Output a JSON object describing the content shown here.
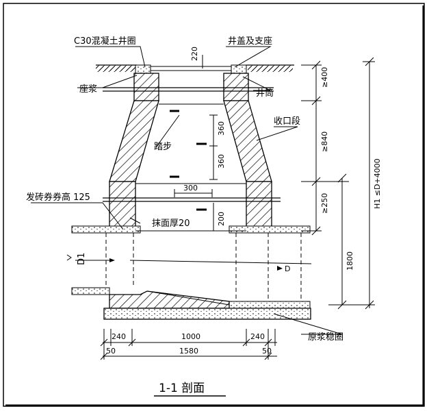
{
  "labels": {
    "ring": "C30混凝土井圈",
    "cover": "井盖及支座",
    "mortar": "座浆",
    "shaft": "井筒",
    "taper": "收口段",
    "step": "踏步",
    "arch": "发砖券券高 125",
    "plaster": "抹面厚20",
    "foundation": "原浆稳圈",
    "pipe_in": "D1",
    "pipe_out": "D",
    "title": "1-1 剖面"
  },
  "dims": {
    "d220": "220",
    "d400": "≥400",
    "d840": "≥840",
    "d250": "≥250",
    "d360a": "360",
    "d360b": "360",
    "d300": "300",
    "d200": "200",
    "d1800": "1800",
    "h1": "H1 ≤D+4000",
    "b240a": "240",
    "b1000": "1000",
    "b240b": "240",
    "b50a": "50",
    "b1580": "1580",
    "b50b": "50"
  }
}
